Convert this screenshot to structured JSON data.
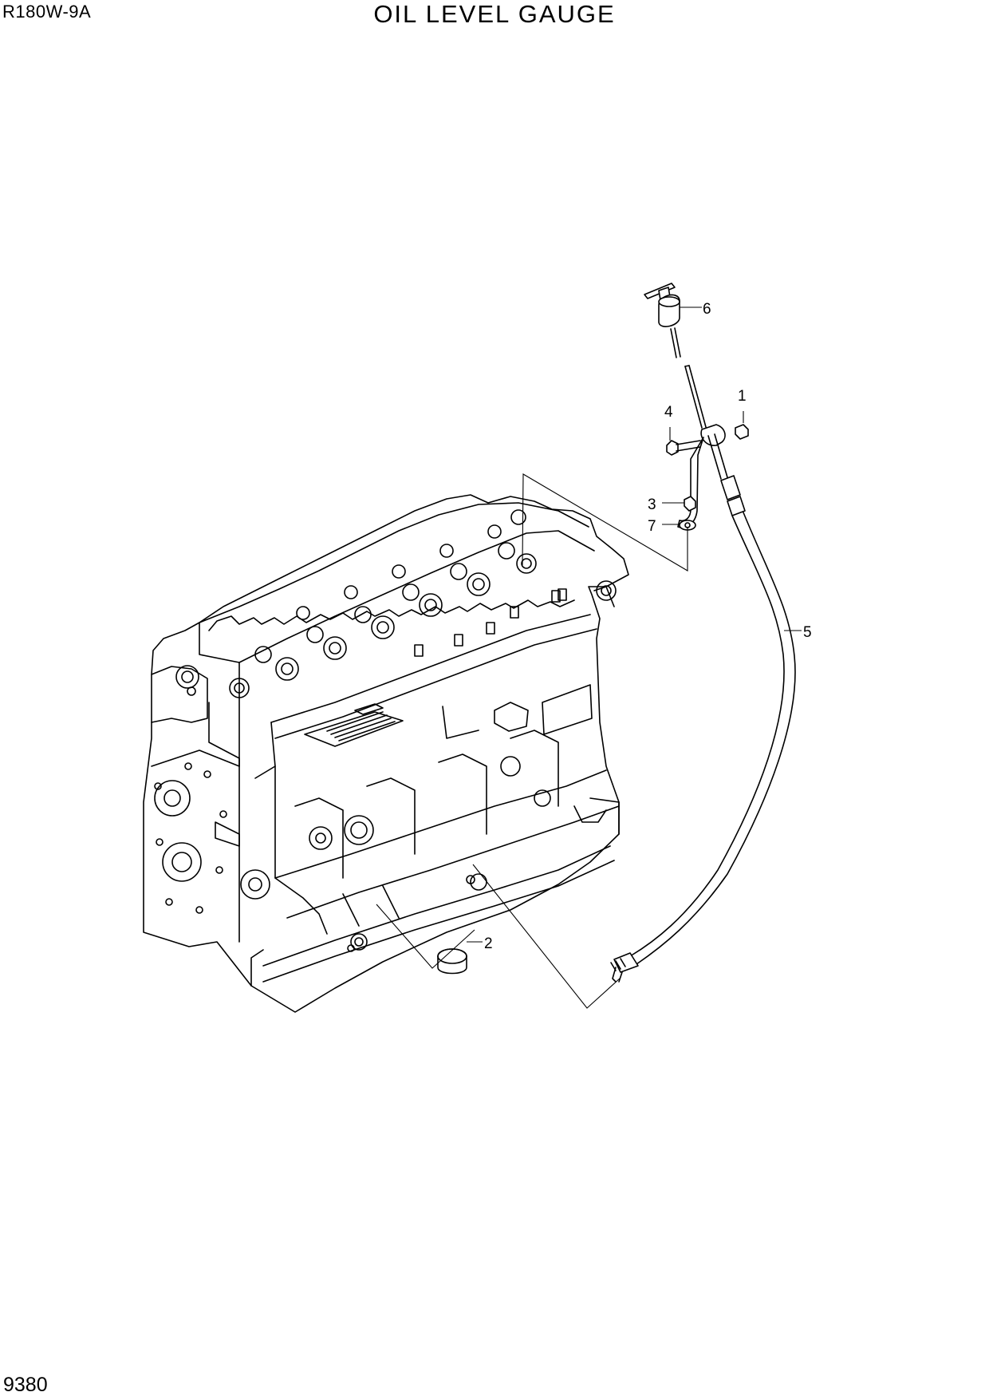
{
  "header": {
    "model": "R180W-9A",
    "title": "OIL LEVEL GAUGE"
  },
  "footer": {
    "page_number": "9380"
  },
  "callouts": [
    {
      "id": "1",
      "label": "1"
    },
    {
      "id": "2",
      "label": "2"
    },
    {
      "id": "3",
      "label": "3"
    },
    {
      "id": "4",
      "label": "4"
    },
    {
      "id": "5",
      "label": "5"
    },
    {
      "id": "6",
      "label": "6"
    },
    {
      "id": "7",
      "label": "7"
    }
  ]
}
